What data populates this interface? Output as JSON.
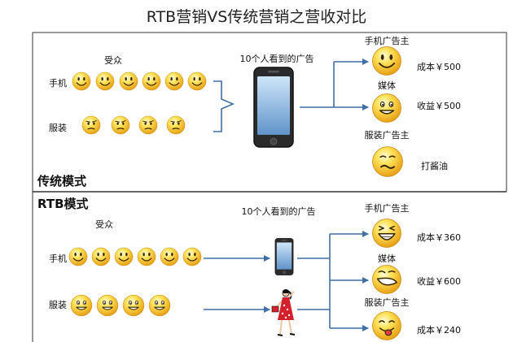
{
  "title": "RTB营销VS传统营销之营收对比",
  "traditional": {
    "section_label": "传统模式",
    "audience_label": "受众",
    "ad_seen_label": "10个人看到的广告",
    "row1_label": "手机",
    "row2_label": "服装",
    "phone_advertiser": "手机广告主",
    "media": "媒体",
    "clothing_advertiser": "服装广告主",
    "cost": "成本￥500",
    "revenue": "收益￥500",
    "wasted": "打酱油"
  },
  "rtb": {
    "section_label": "RTB模式",
    "audience_label": "受众",
    "ad_seen_label": "10个人看到的广告",
    "row1_label": "手机",
    "row2_label": "服装",
    "phone_advertiser": "手机广告主",
    "media": "媒体",
    "clothing_advertiser": "服装广告主",
    "phone_cost": "成本￥360",
    "revenue": "收益￥600",
    "clothing_cost": "成本￥240"
  },
  "colors": {
    "arrow": "#3f6fa5",
    "divider": "#333333",
    "face_yellow": "#f6c222"
  },
  "icons": [
    "smiley-face",
    "confused-face",
    "laughing-face",
    "grinning-face",
    "tongue-face",
    "wavy-face",
    "smartphone",
    "shopping-woman"
  ]
}
